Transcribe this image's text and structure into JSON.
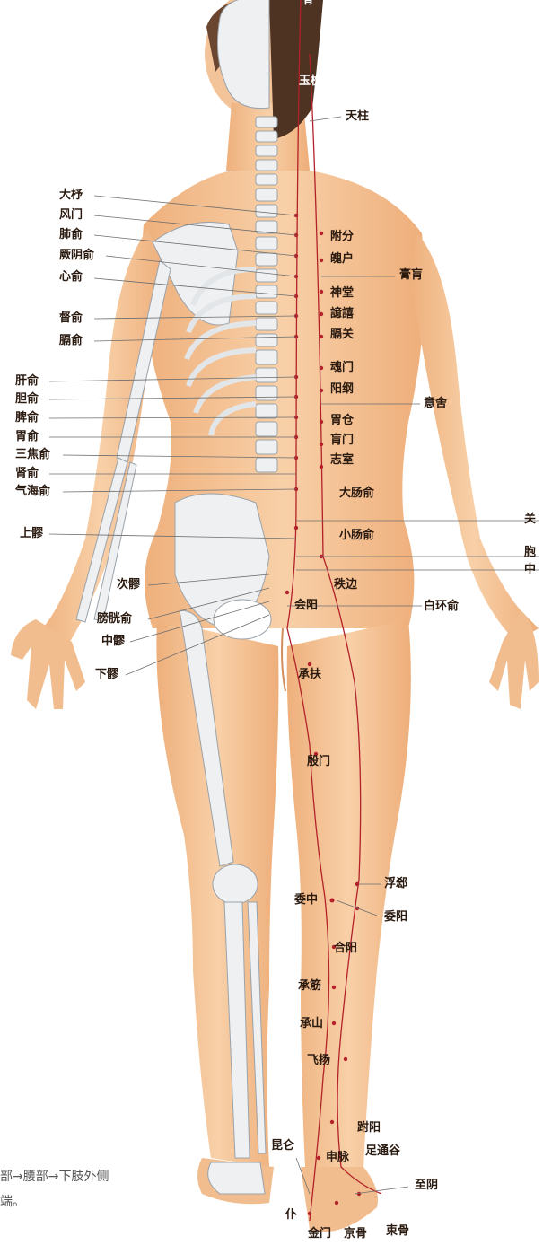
{
  "labels": {
    "top": "脊",
    "yuzhen": "玉枕",
    "tianzhu": "天柱",
    "left": {
      "dazhu": "大杼",
      "fengmen": "风门",
      "feishu": "肺俞",
      "jueyinshu": "厥阴俞",
      "xinshu": "心俞",
      "dushu": "督俞",
      "geshu": "膈俞",
      "ganshu": "肝俞",
      "danshu": "胆俞",
      "pishu": "脾俞",
      "weishu": "胃俞",
      "sanjiaoshu": "三焦俞",
      "shenshu": "肾俞",
      "qihaishu": "气海俞",
      "shangliao": "上髎",
      "ciliao": "次髎",
      "pangguangshu": "膀胱俞",
      "zhongliao": "中髎",
      "xialiao": "下髎"
    },
    "right": {
      "fufen": "附分",
      "pohu": "魄户",
      "gaohuang": "膏肓",
      "shentang": "神堂",
      "yixi": "譩譆",
      "geguan": "膈关",
      "hunmen": "魂门",
      "yanggang": "阳纲",
      "yishe": "意舍",
      "weicang": "胃仓",
      "huangmen": "肓门",
      "zhishi": "志室",
      "dachangshu": "大肠俞",
      "guan": "关",
      "xiaochangshu": "小肠俞",
      "bao": "胞",
      "zhong": "中",
      "zhibian": "秩边",
      "huiyang": "会阳",
      "baihuanshu": "白环俞"
    },
    "leg": {
      "chengfu": "承扶",
      "yinmen": "殷门",
      "fuxi": "浮郄",
      "weizhong": "委中",
      "weiyang": "委阳",
      "heyang": "合阳",
      "chengjin": "承筋",
      "chengshan": "承山",
      "feiyang": "飞扬",
      "fuyang": "跗阳",
      "kunlun": "昆仑",
      "shenmai": "申脉",
      "zutonggu": "足通谷",
      "zhiyin": "至阴",
      "pushen": "仆",
      "jinmen": "金门",
      "jinggu": "京骨",
      "shugu": "束骨"
    }
  },
  "caption": {
    "line1": "部→腰部→下肢外侧",
    "line2": "端。"
  },
  "colors": {
    "skin": "#f6c79a",
    "skin_shadow": "#e9a572",
    "bone": "#eef0f2",
    "meridian": "#b3212a",
    "hair": "#6a4530"
  }
}
